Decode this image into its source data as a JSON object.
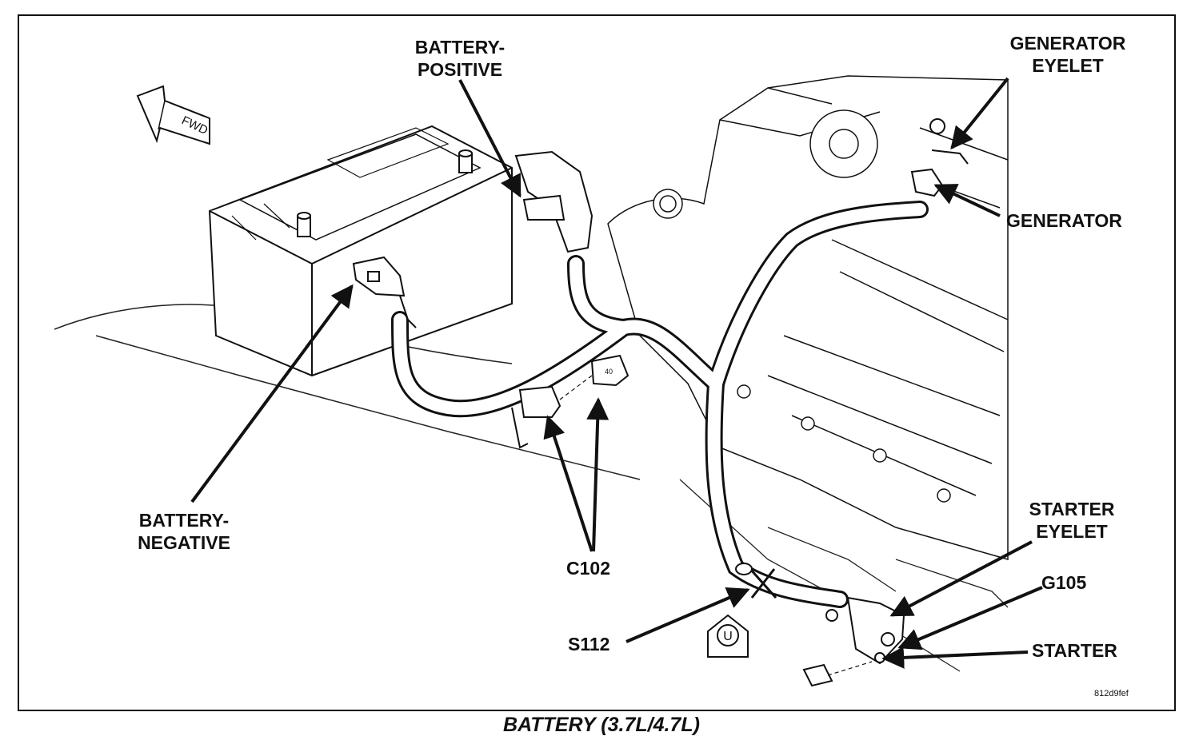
{
  "caption": "BATTERY (3.7L/4.7L)",
  "figure_code": "812d9fef",
  "fwd_label": "FWD",
  "u_label": "U",
  "labels": {
    "battery_positive": [
      "BATTERY-",
      "POSITIVE"
    ],
    "battery_negative": [
      "BATTERY-",
      "NEGATIVE"
    ],
    "generator_eyelet": [
      "GENERATOR",
      "EYELET"
    ],
    "generator": "GENERATOR",
    "c102": "C102",
    "s112": "S112",
    "starter_eyelet": [
      "STARTER",
      "EYELET"
    ],
    "g105": "G105",
    "starter": "STARTER"
  }
}
